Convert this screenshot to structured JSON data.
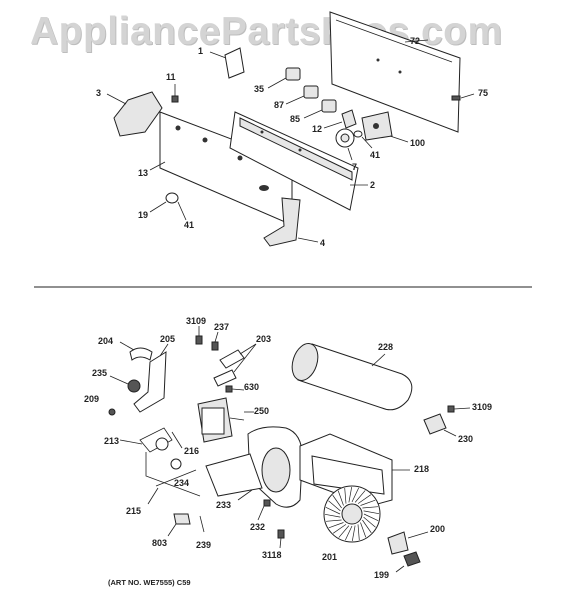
{
  "watermark": "AppliancePartsPros.com",
  "art_no": "(ART NO. WE7555)",
  "art_code": "C59",
  "callouts": [
    "1",
    "72",
    "75",
    "3",
    "11",
    "35",
    "87",
    "85",
    "12",
    "100",
    "41",
    "7",
    "13",
    "2",
    "19",
    "41",
    "4",
    "3109",
    "237",
    "203",
    "204",
    "205",
    "228",
    "235",
    "630",
    "209",
    "250",
    "3109",
    "230",
    "213",
    "216",
    "218",
    "234",
    "215",
    "233",
    "200",
    "232",
    "803",
    "239",
    "3118",
    "201",
    "199"
  ]
}
